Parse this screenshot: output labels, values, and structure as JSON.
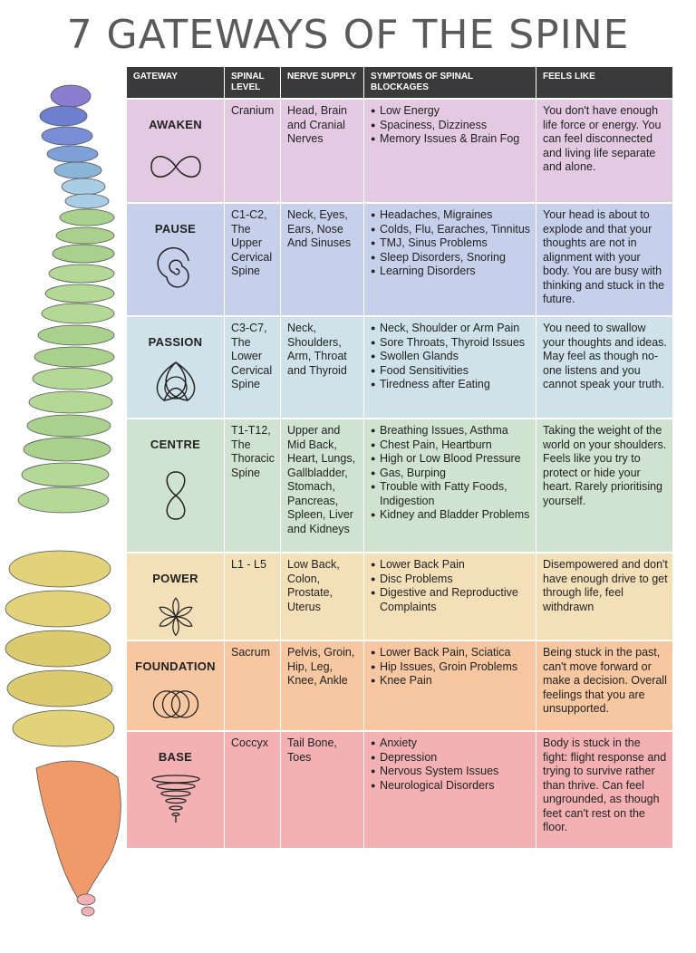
{
  "title": "7 GATEWAYS OF THE SPINE",
  "headers": [
    "GATEWAY",
    "SPINAL LEVEL",
    "NERVE SUPPLY",
    "SYMPTOMS OF SPINAL BLOCKAGES",
    "FEELS LIKE"
  ],
  "rows": [
    {
      "gateway": "AWAKEN",
      "icon": "infinity-icon",
      "level": "Cranium",
      "nerve": "Head, Brain and Cranial Nerves",
      "symptoms": [
        "Low Energy",
        "Spaciness, Dizziness",
        "Memory Issues & Brain Fog"
      ],
      "feels": "You don't have enough life force or energy. You can feel disconnected and living life separate and alone."
    },
    {
      "gateway": "PAUSE",
      "icon": "spiral-icon",
      "level": "C1-C2, The Upper Cervical Spine",
      "nerve": "Neck, Eyes, Ears, Nose And Sinuses",
      "symptoms": [
        "Headaches, Migraines",
        "Colds, Flu, Earaches, Tinnitus",
        "TMJ, Sinus Problems",
        "Sleep Disorders, Snoring",
        "Learning Disorders"
      ],
      "feels": "Your head is about to explode and that your thoughts are not in alignment with your body. You are busy with thinking and stuck in the future."
    },
    {
      "gateway": "PASSION",
      "icon": "triquetra-icon",
      "level": "C3-C7, The Lower Cervical Spine",
      "nerve": "Neck, Shoulders, Arm, Throat and Thyroid",
      "symptoms": [
        "Neck, Shoulder or Arm Pain",
        "Sore Throats, Thyroid Issues",
        "Swollen Glands",
        "Food Sensitivities",
        "Tiredness after Eating"
      ],
      "feels": "You need to swallow your thoughts and ideas. May feel as though no-one listens and you cannot speak your truth."
    },
    {
      "gateway": "CENTRE",
      "icon": "figure-eight-icon",
      "level": "T1-T12, The Thoracic Spine",
      "nerve": "Upper and Mid Back, Heart, Lungs, Gallbladder, Stomach, Pancreas, Spleen, Liver and Kidneys",
      "symptoms": [
        "Breathing Issues, Asthma",
        "Chest Pain, Heartburn",
        "High or Low Blood Pressure",
        "Gas, Burping",
        "Trouble with Fatty Foods, Indigestion",
        "Kidney and Bladder Problems"
      ],
      "feels": "Taking the weight of the world on your shoulders. Feels like you try to protect or hide your heart. Rarely prioritising yourself."
    },
    {
      "gateway": "POWER",
      "icon": "flower-icon",
      "level": "L1 - L5",
      "nerve": "Low Back, Colon, Prostate, Uterus",
      "symptoms": [
        "Lower Back Pain",
        "Disc Problems",
        "Digestive and Reproductive Complaints"
      ],
      "feels": "Disempowered and don't have enough drive to get through life, feel withdrawn"
    },
    {
      "gateway": "FOUNDATION",
      "icon": "interlocking-circles-icon",
      "level": "Sacrum",
      "nerve": "Pelvis, Groin, Hip, Leg, Knee, Ankle",
      "symptoms": [
        "Lower Back Pain, Sciatica",
        "Hip Issues, Groin Problems",
        "Knee Pain"
      ],
      "feels": "Being stuck in the past, can't move forward or make a decision. Overall feelings that you are unsupported."
    },
    {
      "gateway": "BASE",
      "icon": "vortex-icon",
      "level": "Coccyx",
      "nerve": "Tail Bone, Toes",
      "symptoms": [
        "Anxiety",
        "Depression",
        "Nervous System Issues",
        "Neurological Disorders"
      ],
      "feels": "Body is stuck in the fight: flight response and trying to survive rather than thrive. Can feel ungrounded, as though feet can't rest on the floor."
    }
  ],
  "colors": {
    "header": "#3a3a3a",
    "awaken": "#e3c9e2",
    "pause": "#c7d0ea",
    "passion": "#cfe2ea",
    "centre": "#cfe3d0",
    "power": "#f3e0b9",
    "foundation": "#f6c7a1",
    "base": "#f3b1b4"
  },
  "illustration": "spine-illustration"
}
